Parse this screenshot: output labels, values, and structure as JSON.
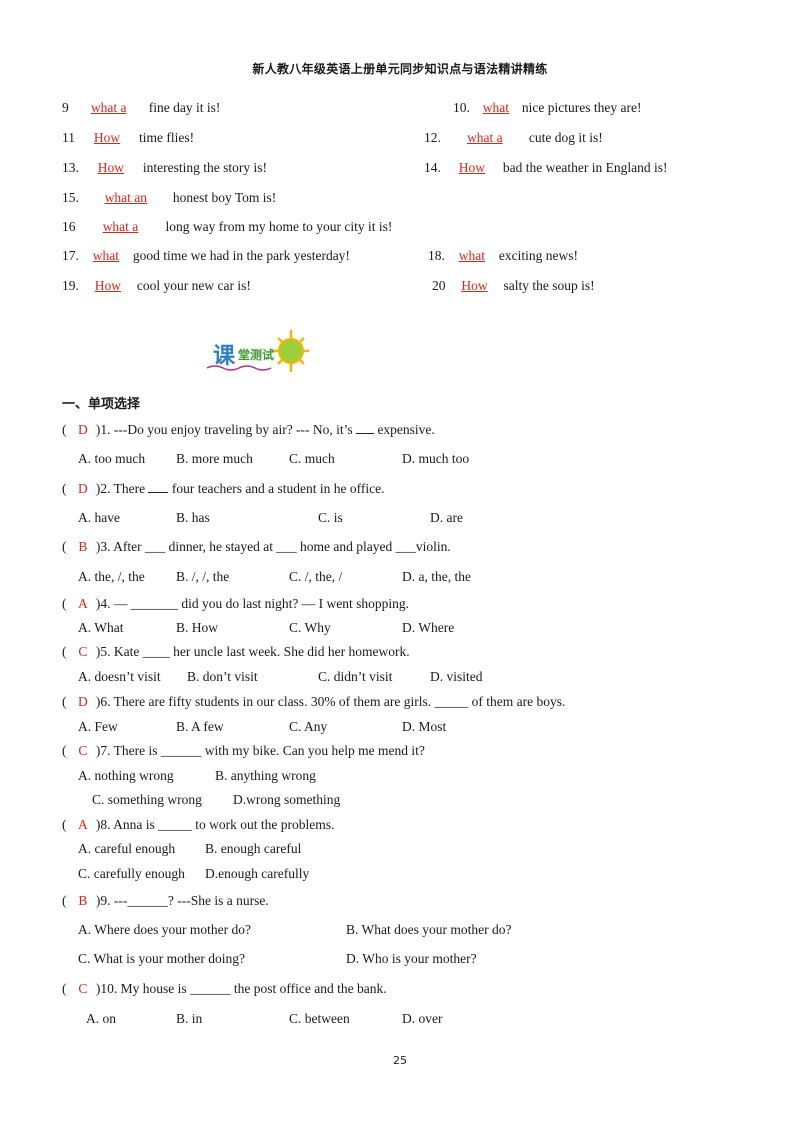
{
  "header": {
    "title": "新人教八年级英语上册单元同步知识点与语法精讲精练"
  },
  "exclamations": [
    {
      "num": "9",
      "answer": "what  a",
      "rest": "fine day it is!"
    },
    {
      "num": "10.",
      "answer": "what",
      "rest": "nice pictures they are!"
    },
    {
      "num": "11",
      "answer": "How",
      "rest": "time flies!"
    },
    {
      "num": "12.",
      "answer": "what  a",
      "rest": "cute dog it is!"
    },
    {
      "num": "13.",
      "answer": "How",
      "rest": "interesting the story is!"
    },
    {
      "num": "14.",
      "answer": "How",
      "rest": "bad the weather in England is!"
    },
    {
      "num": "15.",
      "answer": "what  an",
      "rest": "honest boy Tom is!"
    },
    {
      "num": "16",
      "answer": "what  a",
      "rest": "long way from my home to your city it is!"
    },
    {
      "num": "17.",
      "answer": "what",
      "rest": "good time we had in the park yesterday!"
    },
    {
      "num": "18.",
      "answer": "what",
      "rest": "exciting news!"
    },
    {
      "num": "19.",
      "answer": "How",
      "rest": "cool your new car is!"
    },
    {
      "num": "20",
      "answer": "How",
      "rest": "salty the soup is!"
    }
  ],
  "logo": {
    "char1": "课",
    "rest": "堂测试"
  },
  "section": {
    "title": "一、单项选择"
  },
  "questions": [
    {
      "answer": "D",
      "pre": ")1. ---Do you enjoy traveling by air?    --- No, it’s ",
      "post": " expensive.",
      "options": [
        "A. too much",
        "B. more much",
        "C. much",
        "D. much too"
      ]
    },
    {
      "answer": "D",
      "pre": ")2. There ",
      "post": " four teachers and a student in he office.",
      "options": [
        "A. have",
        "B. has",
        "C. is",
        "D. are"
      ]
    },
    {
      "answer": "B",
      "text": ")3. After ___ dinner, he stayed at ___ home and played ___violin.",
      "options": [
        "A. the, /, the",
        "B. /, /, the",
        "C. /, the, /",
        "D. a, the, the"
      ]
    },
    {
      "answer": "A",
      "text": ")4. — _______ did you do last night? — I went shopping.",
      "options": [
        "A. What",
        "B. How",
        "C. Why",
        "D. Where"
      ]
    },
    {
      "answer": "C",
      "text": ")5. Kate ____ her uncle last week. She did her homework.",
      "options": [
        "A. doesn’t visit",
        "B. don’t visit",
        "C. didn’t visit",
        "D. visited"
      ]
    },
    {
      "answer": "D",
      "text": ")6. There are fifty students in our class. 30% of them are girls. _____ of them are boys.",
      "options": [
        "A. Few",
        "B. A few",
        "C. Any",
        "D. Most"
      ]
    },
    {
      "answer": "C",
      "text": ")7. There is ______ with my bike. Can you help me mend it?",
      "options": [
        "A. nothing wrong",
        "B. anything wrong",
        "C. something wrong",
        "D.wrong something"
      ]
    },
    {
      "answer": "A",
      "text": ")8. Anna is _____ to work out the problems.",
      "options": [
        "A. careful enough",
        "B. enough careful",
        "C. carefully enough",
        "D.enough carefully"
      ]
    },
    {
      "answer": "B",
      "text": ")9. ---______?   ---She is a nurse.",
      "options": [
        "A. Where does your mother do?",
        "B. What does your mother do?",
        "C. What is your mother doing?",
        "D. Who is your mother?"
      ]
    },
    {
      "answer": "C",
      "text": ")10. My house is ______ the post office and the bank.",
      "options": [
        "A. on",
        "B. in",
        "C. between",
        "D. over"
      ]
    }
  ],
  "page": {
    "number": "25"
  }
}
